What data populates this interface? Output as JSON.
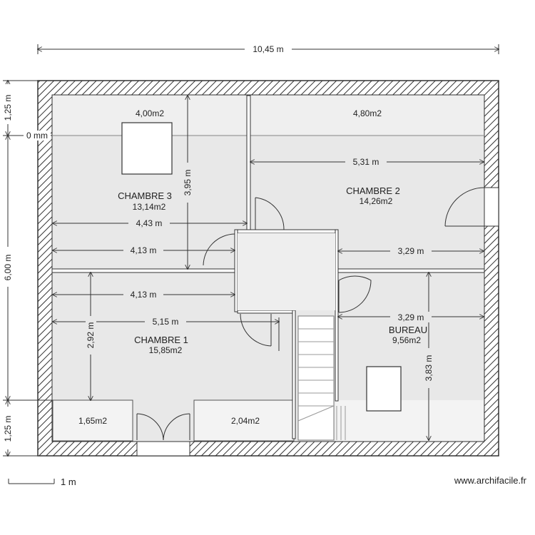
{
  "dimensions": {
    "total_width": "10,45 m",
    "left_top": "1,25 m",
    "left_zero": "0 mm",
    "left_middle": "6,00 m",
    "left_bottom": "1,25 m",
    "c3_height": "3,95 m",
    "c3_width_a": "4,43 m",
    "c3_width_b": "4,13 m",
    "c2_width": "5,31 m",
    "c2_lower": "3,29 m",
    "c1_width_a": "4,13 m",
    "c1_width_b": "5,15 m",
    "c1_height": "2,92 m",
    "bureau_width": "3,29 m",
    "bureau_height": "3,83 m"
  },
  "rooms": {
    "attic_left": {
      "area": "4,00m2"
    },
    "attic_right": {
      "area": "4,80m2"
    },
    "chambre3": {
      "name": "CHAMBRE 3",
      "area": "13,14m2"
    },
    "chambre2": {
      "name": "CHAMBRE 2",
      "area": "14,26m2"
    },
    "chambre1": {
      "name": "CHAMBRE 1",
      "area": "15,85m2"
    },
    "bureau": {
      "name": "BUREAU",
      "area": "9,56m2"
    },
    "low_left": {
      "area": "1,65m2"
    },
    "low_mid": {
      "area": "2,04m2"
    }
  },
  "footer": {
    "scale": "1 m",
    "watermark": "www.archifacile.fr"
  },
  "colors": {
    "wall": "#333333",
    "floor": "#e8e8e8",
    "attic": "#efefef",
    "background": "#ffffff"
  }
}
